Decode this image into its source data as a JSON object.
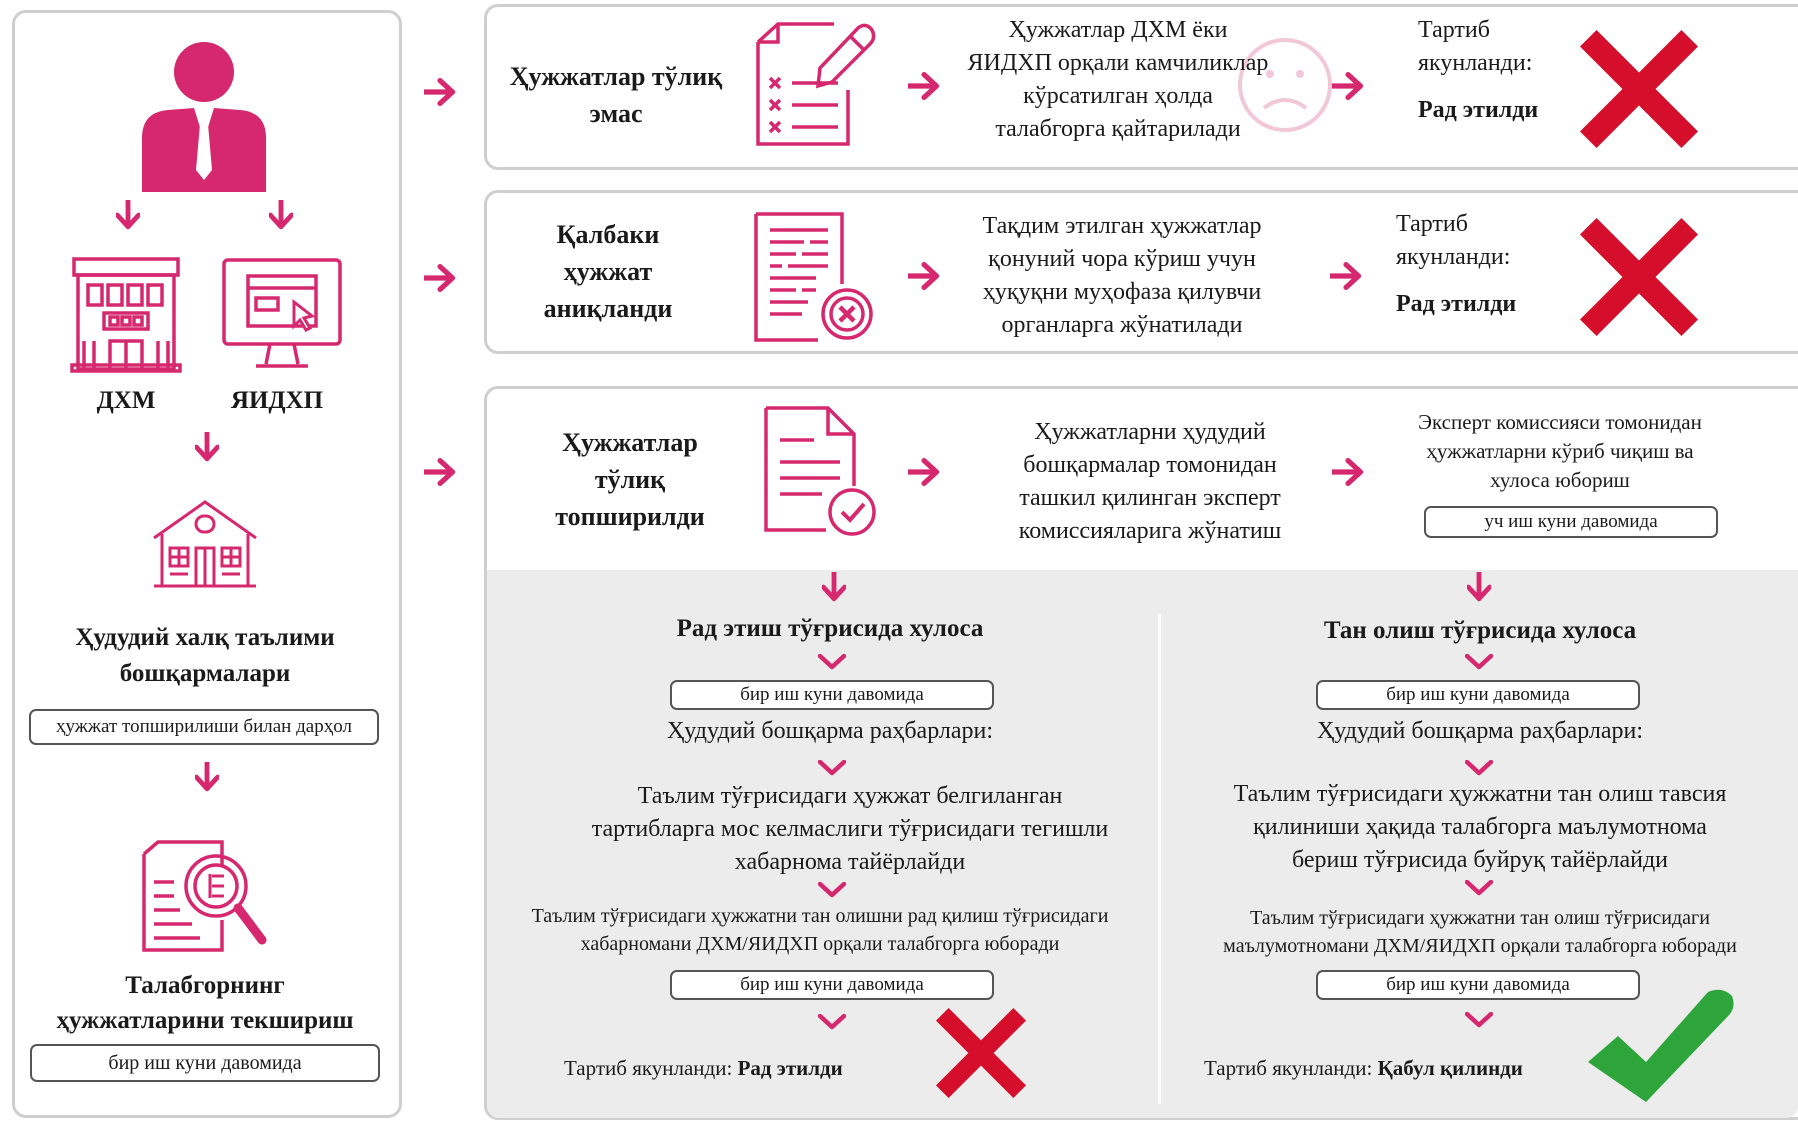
{
  "colors": {
    "accent": "#d6286f",
    "reject": "#d50e2c",
    "accept": "#2ea53a",
    "panel_border": "#cfcfcf",
    "grey_area": "#ececec"
  },
  "left": {
    "dhm": "ДХМ",
    "yaidhp": "ЯИДХП",
    "office_title_1": "Ҳудудий халқ таълими",
    "office_title_2": "бошқармалари",
    "office_pill": "ҳужжат топширилиши билан дарҳол",
    "check_title_1": "Талабгорнинг",
    "check_title_2": "ҳужжатларини текшириш",
    "check_pill": "бир иш куни давомида"
  },
  "row1": {
    "title_1": "Ҳужжатлар тўлиқ",
    "title_2": "эмас",
    "desc_1": "Ҳужжатлар ДХМ ёки",
    "desc_2": "ЯИДХП орқали камчиликлар",
    "desc_3": "кўрсатилган ҳолда",
    "desc_4": "талабгорга қайтарилади",
    "result_1": "Тартиб",
    "result_2": "якунланди:",
    "result_3": "Рад этилди"
  },
  "row2": {
    "title_1": "Қалбаки",
    "title_2": "ҳужжат",
    "title_3": "аниқланди",
    "desc_1": "Тақдим этилган ҳужжатлар",
    "desc_2": "қонуний чора кўриш учун",
    "desc_3": "ҳуқуқни муҳофаза қилувчи",
    "desc_4": "органларга жўнатилади",
    "result_1": "Тартиб",
    "result_2": "якунланди:",
    "result_3": "Рад этилди"
  },
  "row3": {
    "title_1": "Ҳужжатлар",
    "title_2": "тўлиқ",
    "title_3": "топширилди",
    "desc_1": "Ҳужжатларни ҳудудий",
    "desc_2": "бошқармалар томонидан",
    "desc_3": "ташкил қилинган эксперт",
    "desc_4": "комиссияларига жўнатиш",
    "expert_1": "Эксперт комиссияси томонидан",
    "expert_2": "ҳужжатларни кўриб чиқиш ва",
    "expert_3": "хулоса юбориш",
    "expert_pill": "уч иш куни давомида"
  },
  "reject_branch": {
    "title": "Рад этиш тўғрисида хулоса",
    "pill_1": "бир иш куни давомида",
    "heads": "Ҳудудий бошқарма раҳбарлари:",
    "prep_1": "Таълим тўғрисидаги ҳужжат белгиланган",
    "prep_2": "тартибларга мос келмаслиги тўғрисидаги тегишли",
    "prep_3": "хабарнома тайёрлайди",
    "send_1": "Таълим тўғрисидаги ҳужжатни тан олишни рад қилиш тўғрисидаги",
    "send_2": "хабарномани ДХМ/ЯИДХП орқали талабгорга юборади",
    "pill_2": "бир иш куни давомида",
    "final_label": "Тартиб якунланди: ",
    "final_value": "Рад этилди"
  },
  "accept_branch": {
    "title": "Тан олиш тўғрисида хулоса",
    "pill_1": "бир иш куни давомида",
    "heads": "Ҳудудий бошқарма раҳбарлари:",
    "prep_1": "Таълим тўғрисидаги ҳужжатни тан олиш тавсия",
    "prep_2": "қилиниши ҳақида талабгорга маълумотнома",
    "prep_3": "бериш тўғрисида буйруқ тайёрлайди",
    "send_1": "Таълим тўғрисидаги ҳужжатни тан олиш тўғрисидаги",
    "send_2": "маълумотномани ДХМ/ЯИДХП орқали талабгорга юборади",
    "pill_2": "бир иш куни давомида",
    "final_label": "Тартиб якунланди: ",
    "final_value": "Қабул қилинди"
  },
  "icons": [
    "person-icon",
    "building-icon",
    "computer-icon",
    "school-icon",
    "document-search-icon",
    "document-edit-icon",
    "sad-face-icon",
    "reject-cross-icon",
    "document-cross-icon",
    "document-check-icon",
    "accept-check-icon",
    "arrow-icon"
  ]
}
